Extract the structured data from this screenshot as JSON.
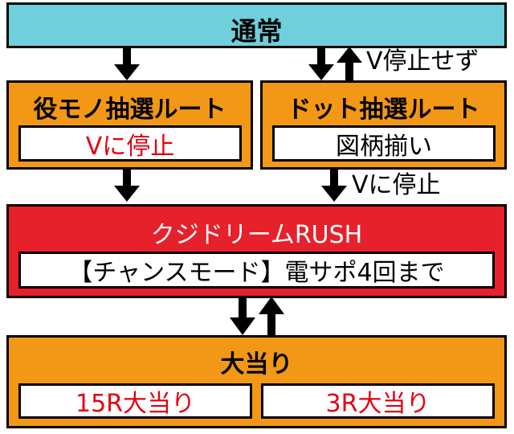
{
  "colors": {
    "normal_bg": "#6fcfda",
    "route_bg": "#f39816",
    "rush_bg": "#e6212b",
    "accent_text": "#e60012"
  },
  "normal": {
    "label": "通常"
  },
  "yakumono_route": {
    "label": "役モノ抽選ルート",
    "condition": "Vに停止"
  },
  "dot_route": {
    "label": "ドット抽選ルート",
    "condition": "図柄揃い"
  },
  "arrow_labels": {
    "no_stop": "V停止せず",
    "v_stop": "Vに停止"
  },
  "rush": {
    "label": "クジドリームRUSH",
    "mode": "【チャンスモード】電サポ4回まで"
  },
  "jackpot": {
    "label": "大当り",
    "left": "15R大当り",
    "right": "3R大当り"
  }
}
